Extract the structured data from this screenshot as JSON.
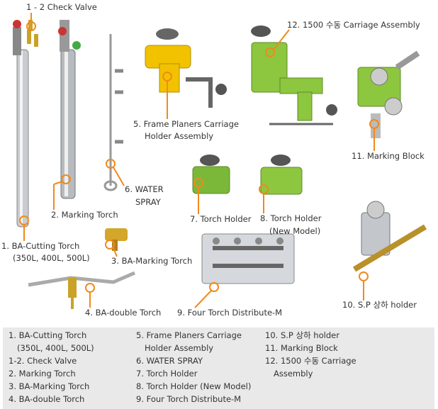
{
  "callouts": {
    "check_valve": "1 - 2 Check Valve",
    "cutting_torch": [
      "1. BA-Cutting Torch",
      "(350L, 400L, 500L)"
    ],
    "marking_torch": "2. Marking Torch",
    "ba_marking_torch": "3. BA-Marking Torch",
    "ba_double_torch": "4. BA-double Torch",
    "frame_planers": [
      "5. Frame Planers Carriage",
      "Holder Assembly"
    ],
    "water_spray": [
      "6. WATER",
      "SPRAY"
    ],
    "torch_holder": "7. Torch Holder",
    "torch_holder_new": [
      "8. Torch Holder",
      "(New Model)"
    ],
    "four_torch": "9. Four Torch Distribute-M",
    "sp_holder": "10. S.P 상하 holder",
    "marking_block": "11. Marking Block",
    "carriage_1500": "12. 1500 수동 Carriage Assembly"
  },
  "legend": {
    "col1": [
      "1. BA-Cutting Torch",
      "(350L, 400L, 500L)",
      "1-2. Check Valve",
      "2. Marking Torch",
      "3. BA-Marking Torch",
      "4. BA-double Torch"
    ],
    "col2": [
      "5. Frame Planers Carriage",
      "Holder Assembly",
      "6. WATER SPRAY",
      "7. Torch Holder",
      "8. Torch Holder (New Model)",
      "9. Four Torch Distribute-M"
    ],
    "col3": [
      "10. S.P 상하 holder",
      "11. Marking Block",
      "12. 1500 수동 Carriage",
      "Assembly"
    ]
  },
  "colors": {
    "callout": "#f08a1c",
    "green": "#8dc63f",
    "yellow": "#f2c200",
    "legend_bg": "#e9e9e9"
  }
}
